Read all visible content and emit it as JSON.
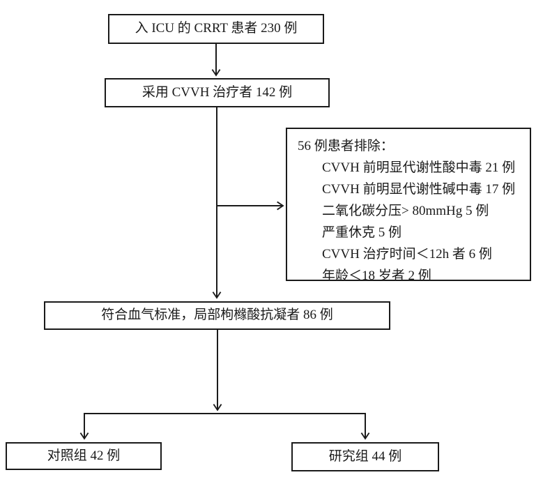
{
  "diagram": {
    "type": "flowchart",
    "language": "zh-CN",
    "nodes": {
      "icu": "入 ICU 的 CRRT 患者 230 例",
      "cvvh": "采用 CVVH 治疗者 142 例",
      "criteria": "符合血气标准，局部枸橼酸抗凝者 86 例",
      "control": "对照组 42 例",
      "study": "研究组 44 例"
    },
    "exclusion": {
      "title": "56 例患者排除：",
      "items": [
        "CVVH 前明显代谢性酸中毒 21 例",
        "CVVH 前明显代谢性碱中毒 17 例",
        "二氧化碳分压> 80mmHg 5 例",
        "严重休克 5 例",
        "CVVH 治疗时间＜12h 者 6 例",
        "年龄＜18 岁者 2 例"
      ]
    },
    "colors": {
      "line": "#1a1a1a",
      "text": "#1a1a1a",
      "background": "#ffffff"
    }
  }
}
